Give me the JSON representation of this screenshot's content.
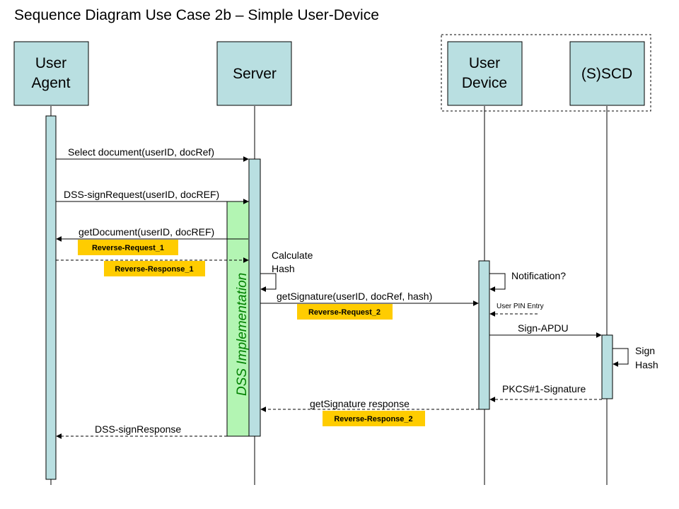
{
  "title": "Sequence Diagram Use Case 2b – Simple User-Device",
  "actors": {
    "user_agent": [
      "User",
      "Agent"
    ],
    "server": [
      "Server"
    ],
    "user_device": [
      "User",
      "Device"
    ],
    "sscd": [
      "(S)SCD"
    ]
  },
  "dss_label": "DSS Implementation",
  "messages": {
    "select_document": "Select document(userID, docRef)",
    "dss_sign_request": "DSS-signRequest(userID, docREF)",
    "get_document": "getDocument(userID, docREF)",
    "get_signature": "getSignature(userID, docRef, hash)",
    "sign_apdu": "Sign-APDU",
    "pkcs_signature": "PKCS#1-Signature",
    "get_signature_response": "getSignature response",
    "dss_sign_response": "DSS-signResponse"
  },
  "notes": {
    "calculate_hash": [
      "Calculate",
      "Hash"
    ],
    "notification": "Notification?",
    "user_pin_entry": "User PIN Entry",
    "sign_hash": [
      "Sign",
      "Hash"
    ]
  },
  "badges": {
    "reverse_request_1": "Reverse-Request_1",
    "reverse_response_1": "Reverse-Response_1",
    "reverse_request_2": "Reverse-Request_2",
    "reverse_response_2": "Reverse-Response_2"
  },
  "colors": {
    "actor_fill": "#b9dfe1",
    "dss_fill": "#b3f5b3",
    "dss_text": "#008000",
    "badge_fill": "#ffcc00"
  }
}
